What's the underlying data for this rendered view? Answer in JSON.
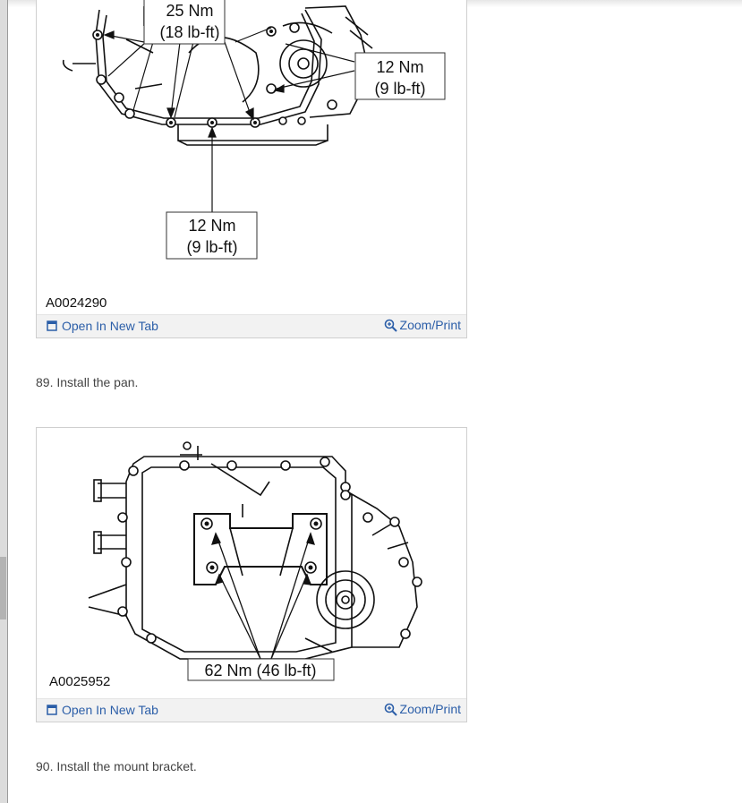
{
  "figures": [
    {
      "id": "A0024290",
      "callouts": {
        "top": [
          "25 Nm",
          "(18 lb-ft)"
        ],
        "right": [
          "12 Nm",
          "(9 lb-ft)"
        ],
        "bottom": [
          "12 Nm",
          "(9 lb-ft)"
        ]
      },
      "open_label": "Open In New Tab",
      "zoom_label": "Zoom/Print"
    },
    {
      "id": "A0025952",
      "callouts": {
        "bottom": "62 Nm (46 lb-ft)"
      },
      "open_label": "Open In New Tab",
      "zoom_label": "Zoom/Print"
    }
  ],
  "steps": [
    "89. Install the pan.",
    "90. Install the mount bracket."
  ],
  "colors": {
    "link": "#2b5ea8",
    "bar": "#f2f2f2",
    "border": "#cfcfcf"
  },
  "icons": {
    "open": "open-new-tab-icon",
    "zoom": "zoom-magnifier-icon"
  }
}
